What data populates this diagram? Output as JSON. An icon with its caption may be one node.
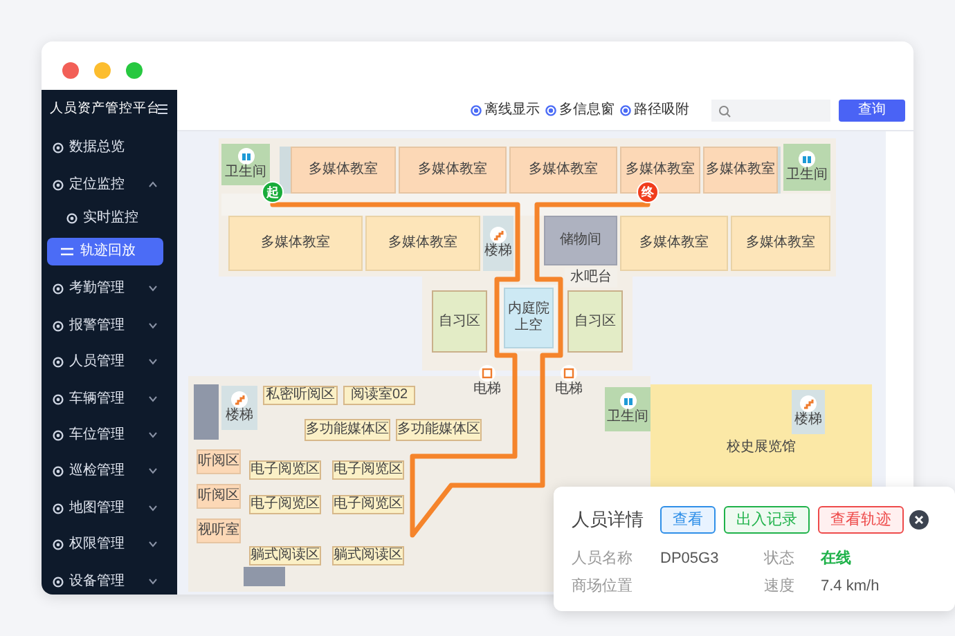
{
  "diagram": {
    "nodes": [
      {
        "text": [
          "卫生间"
        ]
      },
      {
        "text": [
          "多媒体教室"
        ]
      },
      {
        "text": [
          "多媒体教室"
        ]
      },
      {
        "text": [
          "多媒体教室"
        ]
      },
      {
        "text": [
          "多媒体教室"
        ]
      },
      {
        "text": [
          "多媒体教室"
        ]
      },
      {
        "text": [
          "卫生间"
        ]
      },
      {
        "text": [
          "起"
        ]
      },
      {
        "text": [
          "终"
        ]
      },
      {
        "text": [
          "多媒体教室"
        ]
      },
      {
        "text": [
          "多媒体教室"
        ]
      },
      {
        "text": [
          "楼梯"
        ]
      },
      {
        "text": [
          "储物间"
        ]
      },
      {
        "text": [
          "水吧台"
        ]
      },
      {
        "text": [
          "多媒体教室"
        ]
      },
      {
        "text": [
          "多媒体教室"
        ]
      },
      {
        "text": [
          "自习区"
        ]
      },
      {
        "text": [
          "内庭院上空"
        ]
      },
      {
        "text": [
          "自习区"
        ]
      },
      {
        "text": [
          "电梯"
        ]
      },
      {
        "text": [
          "电梯"
        ]
      },
      {
        "text": [
          "私密听阅区"
        ]
      },
      {
        "text": [
          "阅读室02"
        ]
      },
      {
        "text": [
          "楼梯"
        ]
      },
      {
        "text": [
          "多功能媒体区"
        ]
      },
      {
        "text": [
          "多功能媒体区"
        ]
      },
      {
        "text": [
          "听阅区"
        ]
      },
      {
        "text": [
          "电子阅览区"
        ]
      },
      {
        "text": [
          "电子阅览区"
        ]
      },
      {
        "text": [
          "听阅区"
        ]
      },
      {
        "text": [
          "电子阅览区"
        ]
      },
      {
        "text": [
          "电子阅览区"
        ]
      },
      {
        "text": [
          "视听室"
        ]
      },
      {
        "text": [
          "躺式阅读区"
        ]
      },
      {
        "text": [
          "躺式阅读区"
        ]
      },
      {
        "text": [
          "卫生间"
        ]
      },
      {
        "text": [
          "校史展览馆"
        ]
      },
      {
        "text": [
          "楼梯"
        ],
        "in": 36
      }
    ],
    "edges": [
      {
        "from": 7,
        "to": 8,
        "arrow": "none",
        "color": "#f5842b"
      }
    ],
    "labels": [
      "人员资产管控平台",
      "数据总览",
      "定位监控",
      "实时监控",
      "轨迹回放",
      "考勤管理",
      "报警管理",
      "人员管理",
      "车辆管理",
      "车位管理",
      "巡检管理",
      "地图管理",
      "权限管理",
      "设备管理",
      "离线显示",
      "多信息窗",
      "路径吸附",
      "查询",
      "人员详情",
      "查看",
      "出入记录",
      "查看轨迹",
      "人员名称",
      "DP05G3",
      "状态",
      "在线",
      "商场位置",
      "速度",
      "7.4 km/h"
    ]
  }
}
